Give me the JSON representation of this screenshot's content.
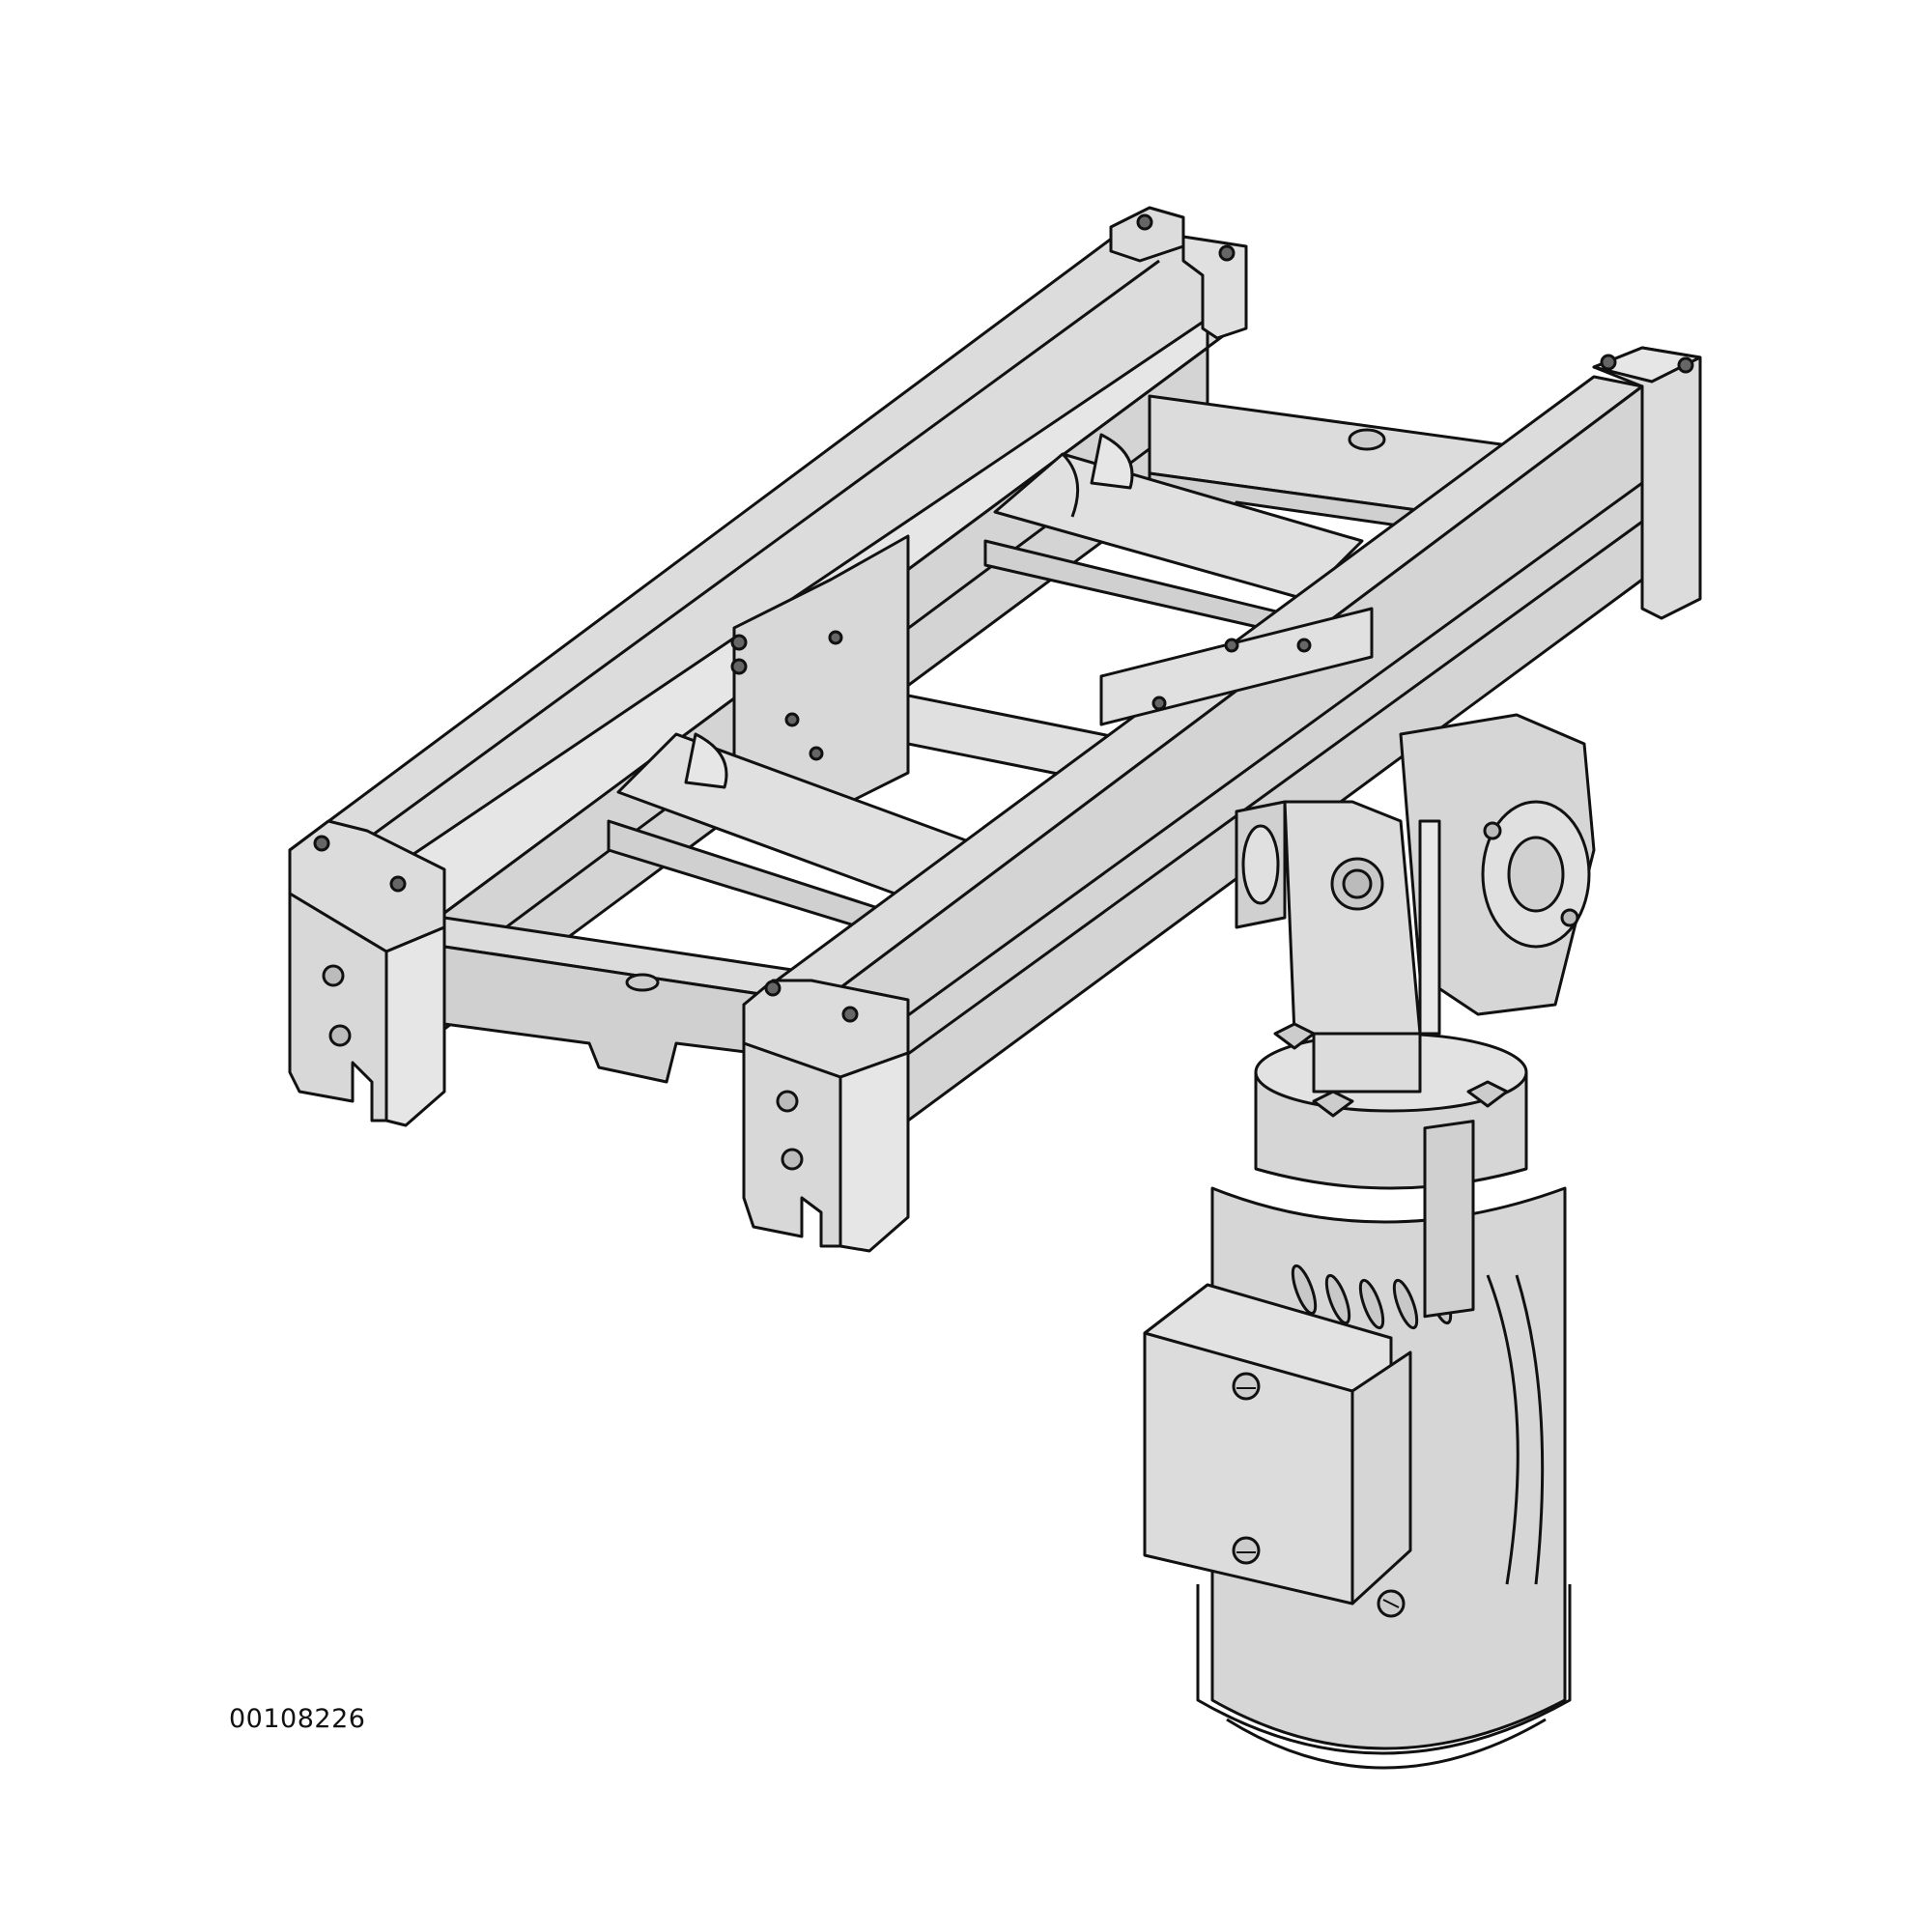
{
  "figure": {
    "type": "technical-isometric-line-drawing",
    "subject": "roller conveyor module with right-angle gear motor",
    "drawing_id": "00108226",
    "colors": {
      "background": "#ffffff",
      "fill": "#dcdcdc",
      "fill_light": "#e6e6e6",
      "fill_dark": "#c8c8c8",
      "outline": "#111111",
      "void": "#ffffff"
    },
    "components": [
      {
        "name": "left-side-rail",
        "label": ""
      },
      {
        "name": "right-side-rail",
        "label": ""
      },
      {
        "name": "cross-member-back",
        "label": ""
      },
      {
        "name": "cross-member-front",
        "label": ""
      },
      {
        "name": "drive-shaft",
        "label": ""
      },
      {
        "name": "roller-back",
        "label": ""
      },
      {
        "name": "roller-front",
        "label": ""
      },
      {
        "name": "end-caps",
        "label": ""
      },
      {
        "name": "right-angle-gearbox",
        "label": ""
      },
      {
        "name": "motor-flange",
        "label": ""
      },
      {
        "name": "electric-motor",
        "label": ""
      },
      {
        "name": "terminal-box",
        "label": ""
      }
    ]
  }
}
